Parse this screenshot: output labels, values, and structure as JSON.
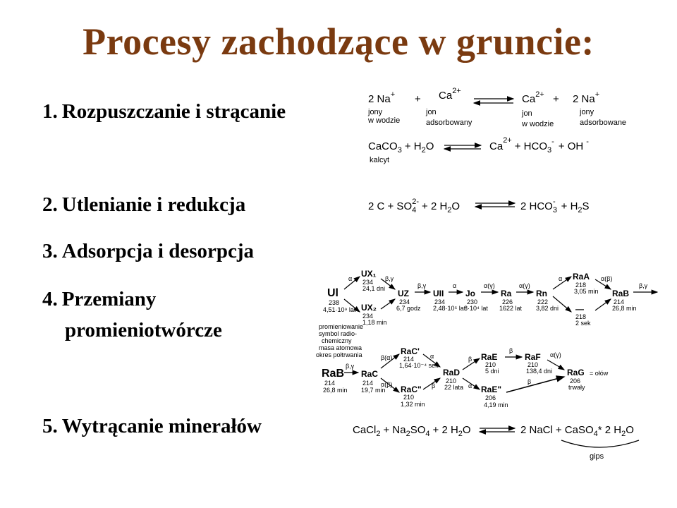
{
  "title": "Procesy zachodzące w gruncie:",
  "items": [
    {
      "num": "1.",
      "label": "Rozpuszczanie i strącanie"
    },
    {
      "num": "2.",
      "label": "Utlenianie i redukcja"
    },
    {
      "num": "3.",
      "label": "Adsorpcja i desorpcja"
    },
    {
      "num": "4.",
      "label": "Przemiany",
      "label2": "promieniotwórcze"
    },
    {
      "num": "5.",
      "label": "Wytrącanie minerałów"
    }
  ],
  "eq1": {
    "a": "2 Na",
    "a_sup": "+",
    "plus1": "+",
    "b": "Ca",
    "b_sup": "2+",
    "c": "Ca",
    "c_sup": "2+",
    "plus2": "+",
    "d": "2 Na",
    "d_sup": "+",
    "l1": "jony",
    "l1b": "w wodzie",
    "l2": "jon",
    "l2b": "adsorbowany",
    "l3": "jon",
    "l3b": "w wodzie",
    "l4": "jony",
    "l4b": "adsorbowane"
  },
  "eq2": {
    "a": "CaCO",
    "a_sub": "3",
    "b": "+ H",
    "b_sub": "2",
    "b2": "O",
    "c": "Ca",
    "c_sup": "2+",
    "d": "+ HCO",
    "d_sub": "3",
    "d_sup": "-",
    "e": "+ OH",
    "e_sup": "-",
    "label": "kalcyt"
  },
  "eq3": {
    "a": "2 C + SO",
    "a_sub": "4",
    "a_sup": "2-",
    "b": "+ 2 H",
    "b_sub": "2",
    "b2": "O",
    "c": "2 HCO",
    "c_sub": "3",
    "c_sup": "-",
    "d": "+ H",
    "d_sub": "2",
    "d2": "S"
  },
  "eq5": {
    "a": "CaCl",
    "a_sub": "2",
    "b": "+ Na",
    "b_sub": "2",
    "b2": "SO",
    "b_sub2": "4",
    "c": "+ 2 H",
    "c_sub": "2",
    "c2": "O",
    "d": "2 NaCl",
    "e": "+ CaSO",
    "e_sub": "4",
    "f": "* 2 H",
    "f_sub": "2",
    "f2": "O",
    "label": "gips"
  },
  "decay": {
    "legend": [
      "promieniowanie",
      "symbol radio-",
      "chemiczny",
      "masa atomowa",
      "okres połtrwania"
    ],
    "nodes_top": [
      {
        "sym": "Ul",
        "mass": "238",
        "half": "4,51·10⁹ lat"
      },
      {
        "sym": "UX₁",
        "mass": "234",
        "half": "24,1 dni"
      },
      {
        "sym": "UX₂",
        "mass": "234",
        "half": "1,18 min"
      },
      {
        "sym": "UZ",
        "mass": "234",
        "half": "6,7 godz"
      },
      {
        "sym": "UII",
        "mass": "234",
        "half": "2,48·10⁵ lat"
      },
      {
        "sym": "Jo",
        "mass": "230",
        "half": "8·10⁴ lat"
      },
      {
        "sym": "Ra",
        "mass": "226",
        "half": "1622 lat"
      },
      {
        "sym": "Rn",
        "mass": "222",
        "half": "3,82 dni"
      },
      {
        "sym": "RaA",
        "mass": "218",
        "half": "3,05 min"
      },
      {
        "sym": "—",
        "mass": "218",
        "half": "2 sek"
      },
      {
        "sym": "RaB",
        "mass": "214",
        "half": "26,8 min"
      }
    ],
    "nodes_bottom": [
      {
        "sym": "RaB",
        "mass": "214",
        "half": "26,8 min"
      },
      {
        "sym": "RaC",
        "mass": "214",
        "half": "19,7 min"
      },
      {
        "sym": "RaC'",
        "mass": "214",
        "half": "1,64·10⁻⁴ sek"
      },
      {
        "sym": "RaC\"",
        "mass": "210",
        "half": "1,32 min"
      },
      {
        "sym": "RaD",
        "mass": "210",
        "half": "22 lata"
      },
      {
        "sym": "RaE",
        "mass": "210",
        "half": "5 dni"
      },
      {
        "sym": "RaE\"",
        "mass": "206",
        "half": "4,19 min"
      },
      {
        "sym": "RaF",
        "mass": "210",
        "half": "138,4 dni"
      },
      {
        "sym": "RaG",
        "mass": "206",
        "half": "trwały",
        "note": "= ołów"
      }
    ],
    "radiation": {
      "alpha": "α",
      "beta": "β",
      "beta_gamma": "β,γ",
      "alpha_gamma": "α(γ)",
      "beta_a": "β(α)",
      "alpha_b": "α(β)"
    }
  }
}
